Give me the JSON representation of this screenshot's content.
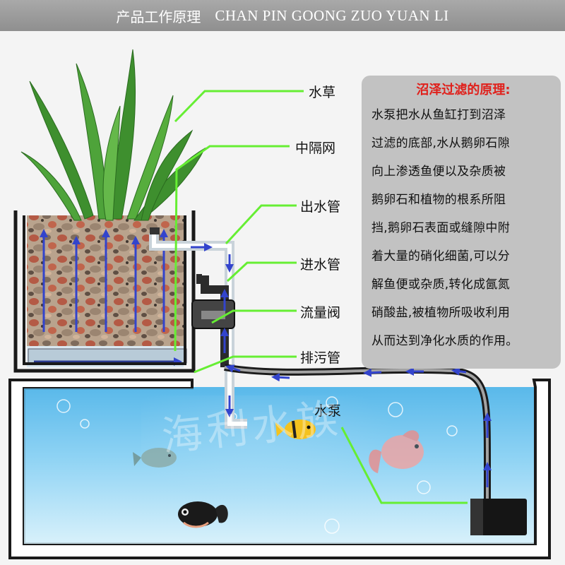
{
  "header": {
    "title_cn": "产品工作原理",
    "title_en": "CHAN PIN GOONG ZUO YUAN LI"
  },
  "labels": {
    "plants": "水草",
    "mesh": "中隔网",
    "outlet_pipe": "出水管",
    "inlet_pipe": "进水管",
    "flow_valve": "流量阀",
    "drain_pipe": "排污管",
    "pump": "水泵"
  },
  "info": {
    "title": "沼泽过滤的原理:",
    "lines": [
      "水泵把水从鱼缸打到沼泽",
      "过滤的底部,水从鹅卵石隙",
      "向上渗透鱼便以及杂质被",
      "鹅卵石和植物的根系所阻",
      "挡,鹅卵石表面或缝隙中附",
      "着大量的硝化细菌,可以分",
      "解鱼便或杂质,转化成氤氮",
      "硝酸盐,被植物所吸收利用",
      "从而达到净化水质的作用。"
    ]
  },
  "watermark": "海利水族",
  "colors": {
    "leader_line": "#66ee33",
    "info_title": "#e0201b",
    "water": "#6cc6f0",
    "flow_arrow": "#3344cc"
  }
}
